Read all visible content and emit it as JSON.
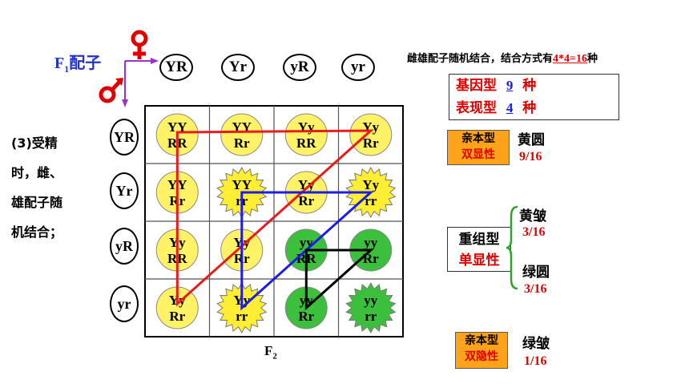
{
  "f1_label": "F",
  "f1_sub": "1",
  "f1_suffix": "配子",
  "gametes_top": [
    "YR",
    "Yr",
    "yR",
    "yr"
  ],
  "gametes_left": [
    "YR",
    "Yr",
    "yR",
    "yr"
  ],
  "step_text": [
    "(3)受精",
    "时，雌、",
    "雄配子随",
    "机结合；"
  ],
  "grid": [
    [
      {
        "top": "YY",
        "bottom": "RR",
        "color": "#fff266",
        "shape": "circle"
      },
      {
        "top": "YY",
        "bottom": "Rr",
        "color": "#fff266",
        "shape": "circle"
      },
      {
        "top": "Yy",
        "bottom": "RR",
        "color": "#fff266",
        "shape": "circle"
      },
      {
        "top": "Yy",
        "bottom": "Rr",
        "color": "#fff266",
        "shape": "circle"
      }
    ],
    [
      {
        "top": "YY",
        "bottom": "Rr",
        "color": "#fff266",
        "shape": "circle"
      },
      {
        "top": "YY",
        "bottom": "rr",
        "color": "#ffee33",
        "shape": "star"
      },
      {
        "top": "Yy",
        "bottom": "Rr",
        "color": "#fff266",
        "shape": "circle"
      },
      {
        "top": "Yy",
        "bottom": "rr",
        "color": "#ffee33",
        "shape": "star"
      }
    ],
    [
      {
        "top": "Yy",
        "bottom": "RR",
        "color": "#fff266",
        "shape": "circle"
      },
      {
        "top": "Yy",
        "bottom": "Rr",
        "color": "#fff266",
        "shape": "circle"
      },
      {
        "top": "yy",
        "bottom": "RR",
        "color": "#3cbf3c",
        "shape": "circle"
      },
      {
        "top": "yy",
        "bottom": "Rr",
        "color": "#3cbf3c",
        "shape": "circle"
      }
    ],
    [
      {
        "top": "Yy",
        "bottom": "Rr",
        "color": "#fff266",
        "shape": "circle"
      },
      {
        "top": "Yy",
        "bottom": "rr",
        "color": "#ffee33",
        "shape": "star"
      },
      {
        "top": "yy",
        "bottom": "Rr",
        "color": "#3cbf3c",
        "shape": "circle"
      },
      {
        "top": "yy",
        "bottom": "rr",
        "color": "#3cbf3c",
        "shape": "star"
      }
    ]
  ],
  "triangle_colors": {
    "red": "#e81c1c",
    "blue": "#1c1ce8",
    "black": "#000000"
  },
  "f2_label": "F",
  "f2_sub": "2",
  "headline": {
    "prefix": "雌雄配子随机结合，结合方式有",
    "value": "4*4=16",
    "suffix": "种"
  },
  "genotype": {
    "label": "基因型",
    "value": "9",
    "unit": "种"
  },
  "phenotype": {
    "label": "表现型",
    "value": "4",
    "unit": "种"
  },
  "parental_dominant": {
    "tag1": "亲本型",
    "tag2": "双显性",
    "name": "黄圆",
    "ratio": "9/16"
  },
  "recombinant": {
    "tag1": "重组型",
    "tag2": "单显性",
    "items": [
      {
        "name": "黄皱",
        "ratio": "3/16"
      },
      {
        "name": "绿圆",
        "ratio": "3/16"
      }
    ]
  },
  "parental_recessive": {
    "tag1": "亲本型",
    "tag2": "双隐性",
    "name": "绿皱",
    "ratio": "1/16"
  },
  "colors": {
    "female": "#e00000",
    "male": "#e00000",
    "arrow": "#9933cc",
    "f1": "#2233cc"
  }
}
